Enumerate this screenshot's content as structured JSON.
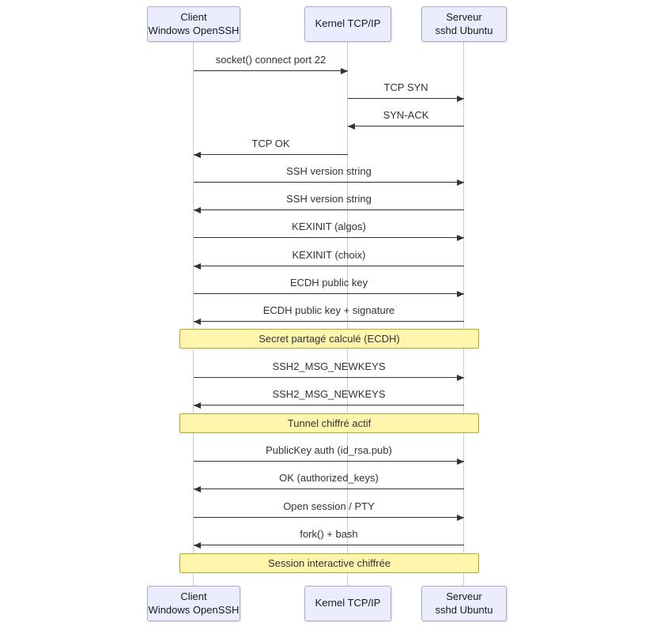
{
  "diagram": {
    "type": "sequence",
    "participants": [
      {
        "id": "client",
        "lines": [
          "Client",
          "Windows OpenSSH"
        ]
      },
      {
        "id": "kernel",
        "lines": [
          "Kernel TCP/IP"
        ]
      },
      {
        "id": "server",
        "lines": [
          "Serveur",
          "sshd Ubuntu"
        ]
      }
    ],
    "messages": [
      {
        "label": "socket() connect port 22",
        "from": "client",
        "to": "kernel"
      },
      {
        "label": "TCP SYN",
        "from": "kernel",
        "to": "server"
      },
      {
        "label": "SYN-ACK",
        "from": "server",
        "to": "kernel"
      },
      {
        "label": "TCP OK",
        "from": "kernel",
        "to": "client"
      },
      {
        "label": "SSH version string",
        "from": "client",
        "to": "server"
      },
      {
        "label": "SSH version string",
        "from": "server",
        "to": "client"
      },
      {
        "label": "KEXINIT (algos)",
        "from": "client",
        "to": "server"
      },
      {
        "label": "KEXINIT (choix)",
        "from": "server",
        "to": "client"
      },
      {
        "label": "ECDH public key",
        "from": "client",
        "to": "server"
      },
      {
        "label": "ECDH public key + signature",
        "from": "server",
        "to": "client"
      },
      {
        "label": "SSH2_MSG_NEWKEYS",
        "from": "client",
        "to": "server"
      },
      {
        "label": "SSH2_MSG_NEWKEYS",
        "from": "server",
        "to": "client"
      },
      {
        "label": "PublicKey auth (id_rsa.pub)",
        "from": "client",
        "to": "server"
      },
      {
        "label": "OK (authorized_keys)",
        "from": "server",
        "to": "client"
      },
      {
        "label": "Open session / PTY",
        "from": "client",
        "to": "server"
      },
      {
        "label": "fork() + bash",
        "from": "server",
        "to": "client"
      }
    ],
    "notes": [
      {
        "label": "Secret partagé calculé (ECDH)"
      },
      {
        "label": "Tunnel chiffré actif"
      },
      {
        "label": "Session interactive chiffrée"
      }
    ],
    "colors": {
      "actor_fill": "#ECECFF",
      "actor_border": "#A9A9CC",
      "note_fill": "#FFF5AD",
      "note_border": "#AAAA33",
      "line": "#333333",
      "lifeline": "#C9C9DA"
    }
  }
}
